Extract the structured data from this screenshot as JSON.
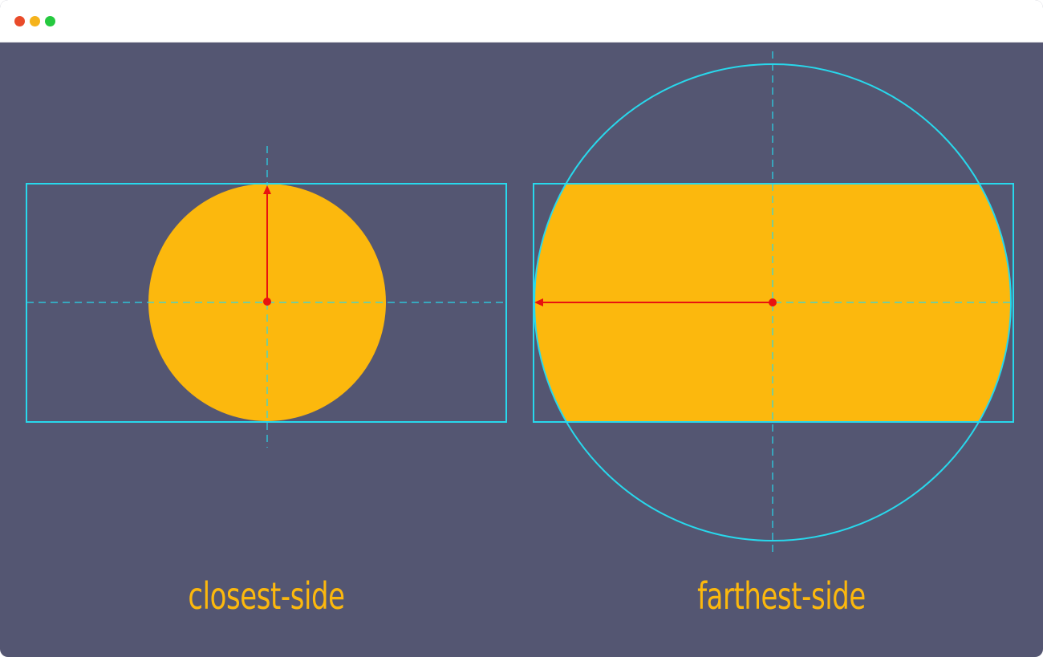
{
  "window": {
    "controls": [
      "close",
      "minimize",
      "maximize"
    ]
  },
  "panels": [
    {
      "label": "closest-side"
    },
    {
      "label": "farthest-side"
    }
  ],
  "colors": {
    "background": "#545672",
    "shape_fill": "#fcb80d",
    "guide": "#28d8ec",
    "radius_arrow": "#e8130f",
    "label": "#fcb80d"
  }
}
